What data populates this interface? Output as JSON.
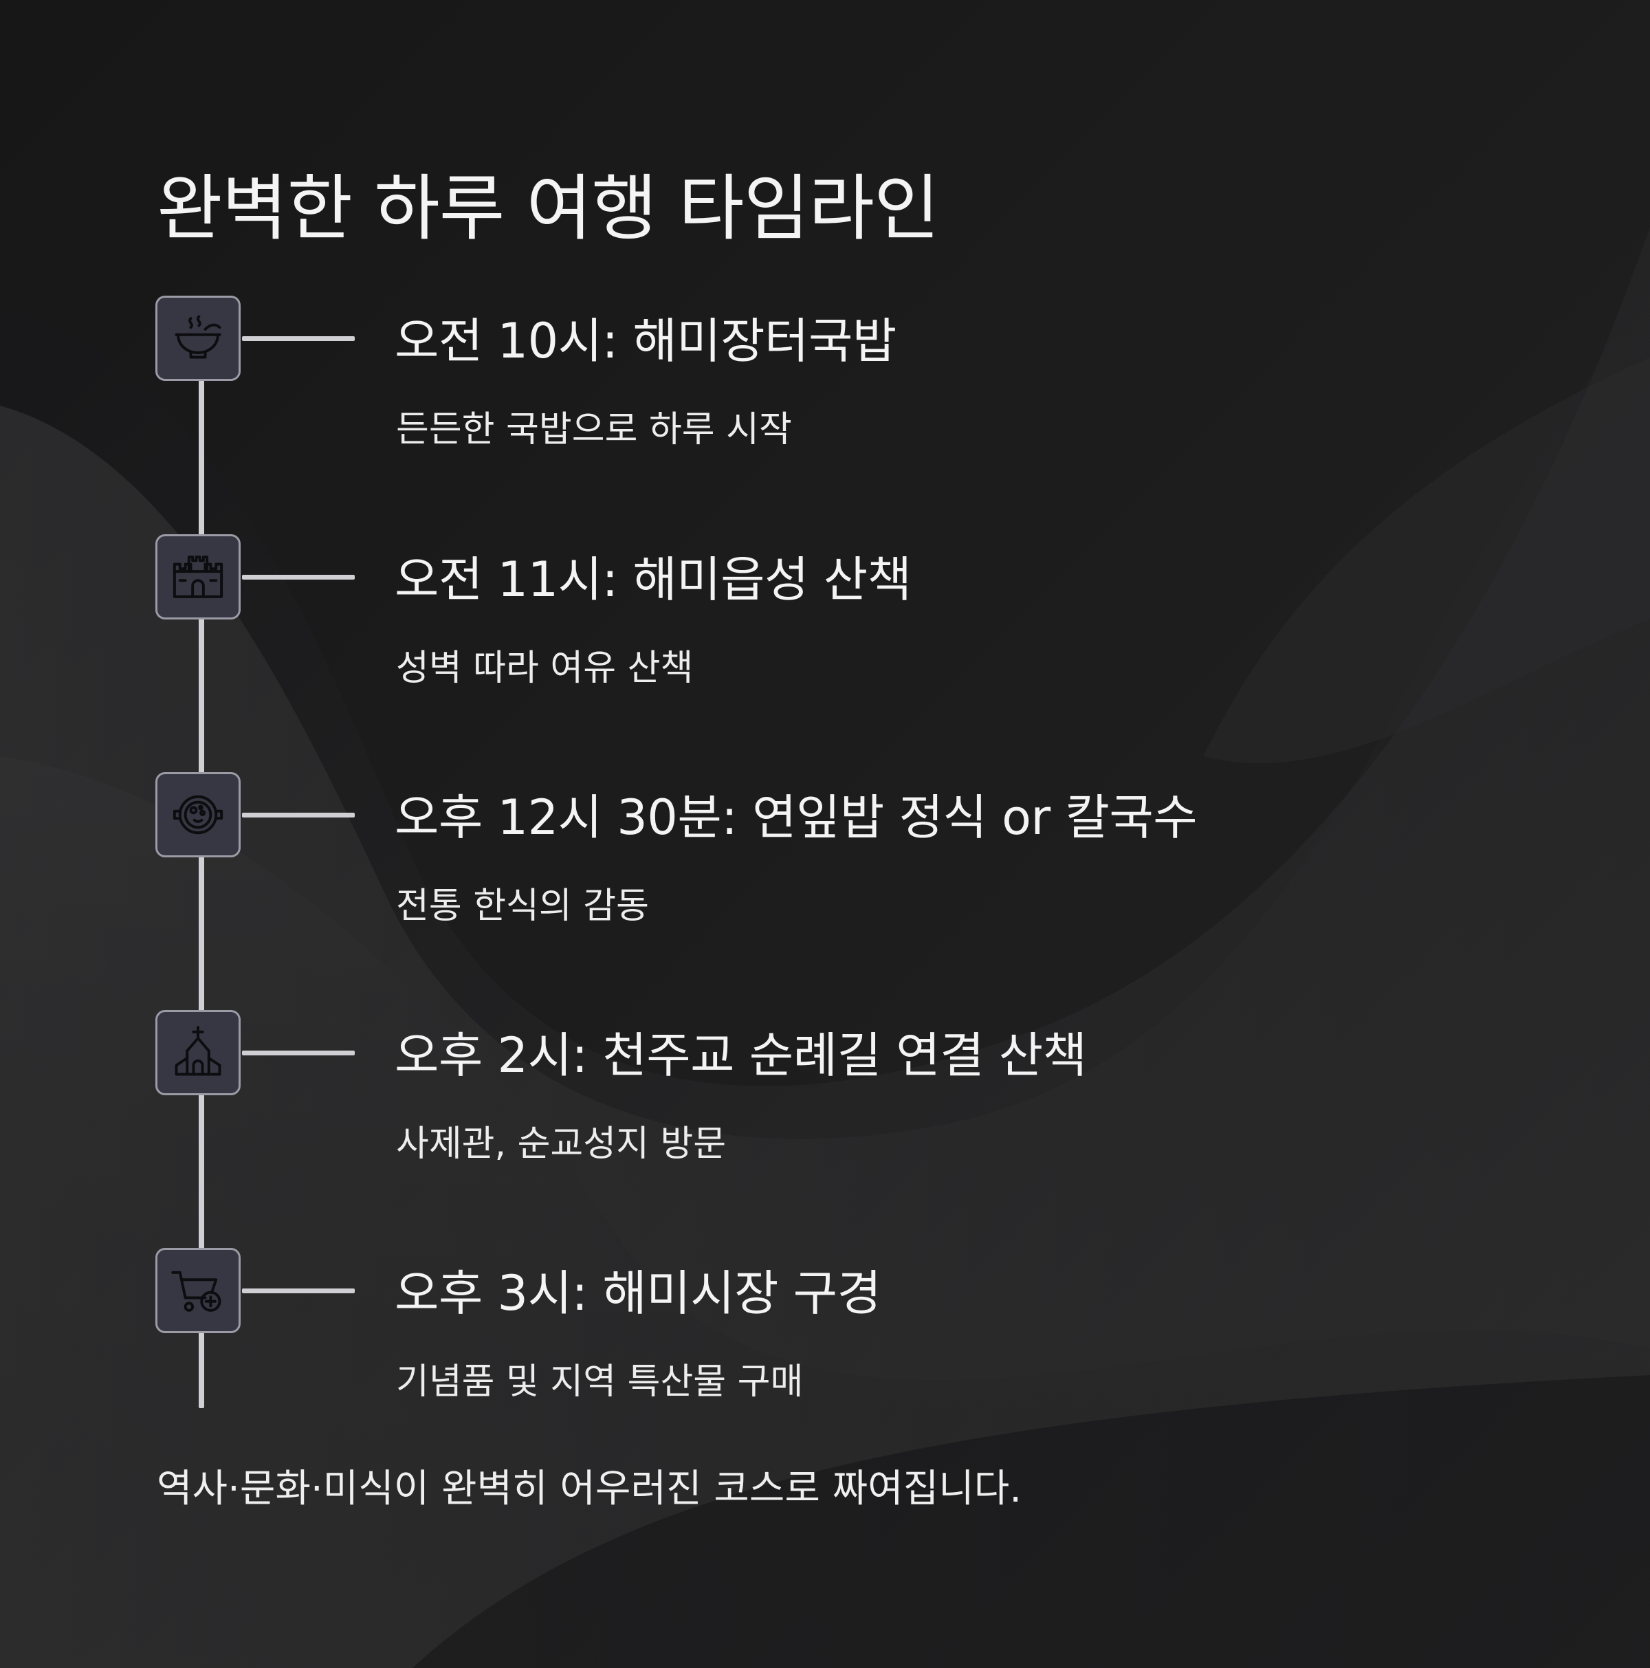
{
  "title": "완벽한 하루 여행 타임라인",
  "events": [
    {
      "time": "오전 10시: 해미장터국밥",
      "desc": "든든한 국밥으로 하루 시작",
      "icon": "soup-bowl-icon"
    },
    {
      "time": "오전 11시: 해미읍성 산책",
      "desc": "성벽 따라 여유 산책",
      "icon": "castle-icon"
    },
    {
      "time": "오후 12시 30분: 연잎밥 정식 or 칼국수",
      "desc": "전통 한식의 감동",
      "icon": "hotpot-icon"
    },
    {
      "time": "오후 2시: 천주교 순례길 연결 산책",
      "desc": "사제관, 순교성지 방문",
      "icon": "church-icon"
    },
    {
      "time": "오후 3시: 해미시장 구경",
      "desc": "기념품 및 지역 특산물 구매",
      "icon": "cart-add-icon"
    }
  ],
  "footer": "역사·문화·미식이 완벽히 어우러진 코스로 짜여집니다.",
  "colors": {
    "background": "#1c1c1d",
    "icon_box": "#373744",
    "icon_border": "#9b9ba6",
    "line": "#cfcfd4",
    "text": "#f4f4f4"
  }
}
